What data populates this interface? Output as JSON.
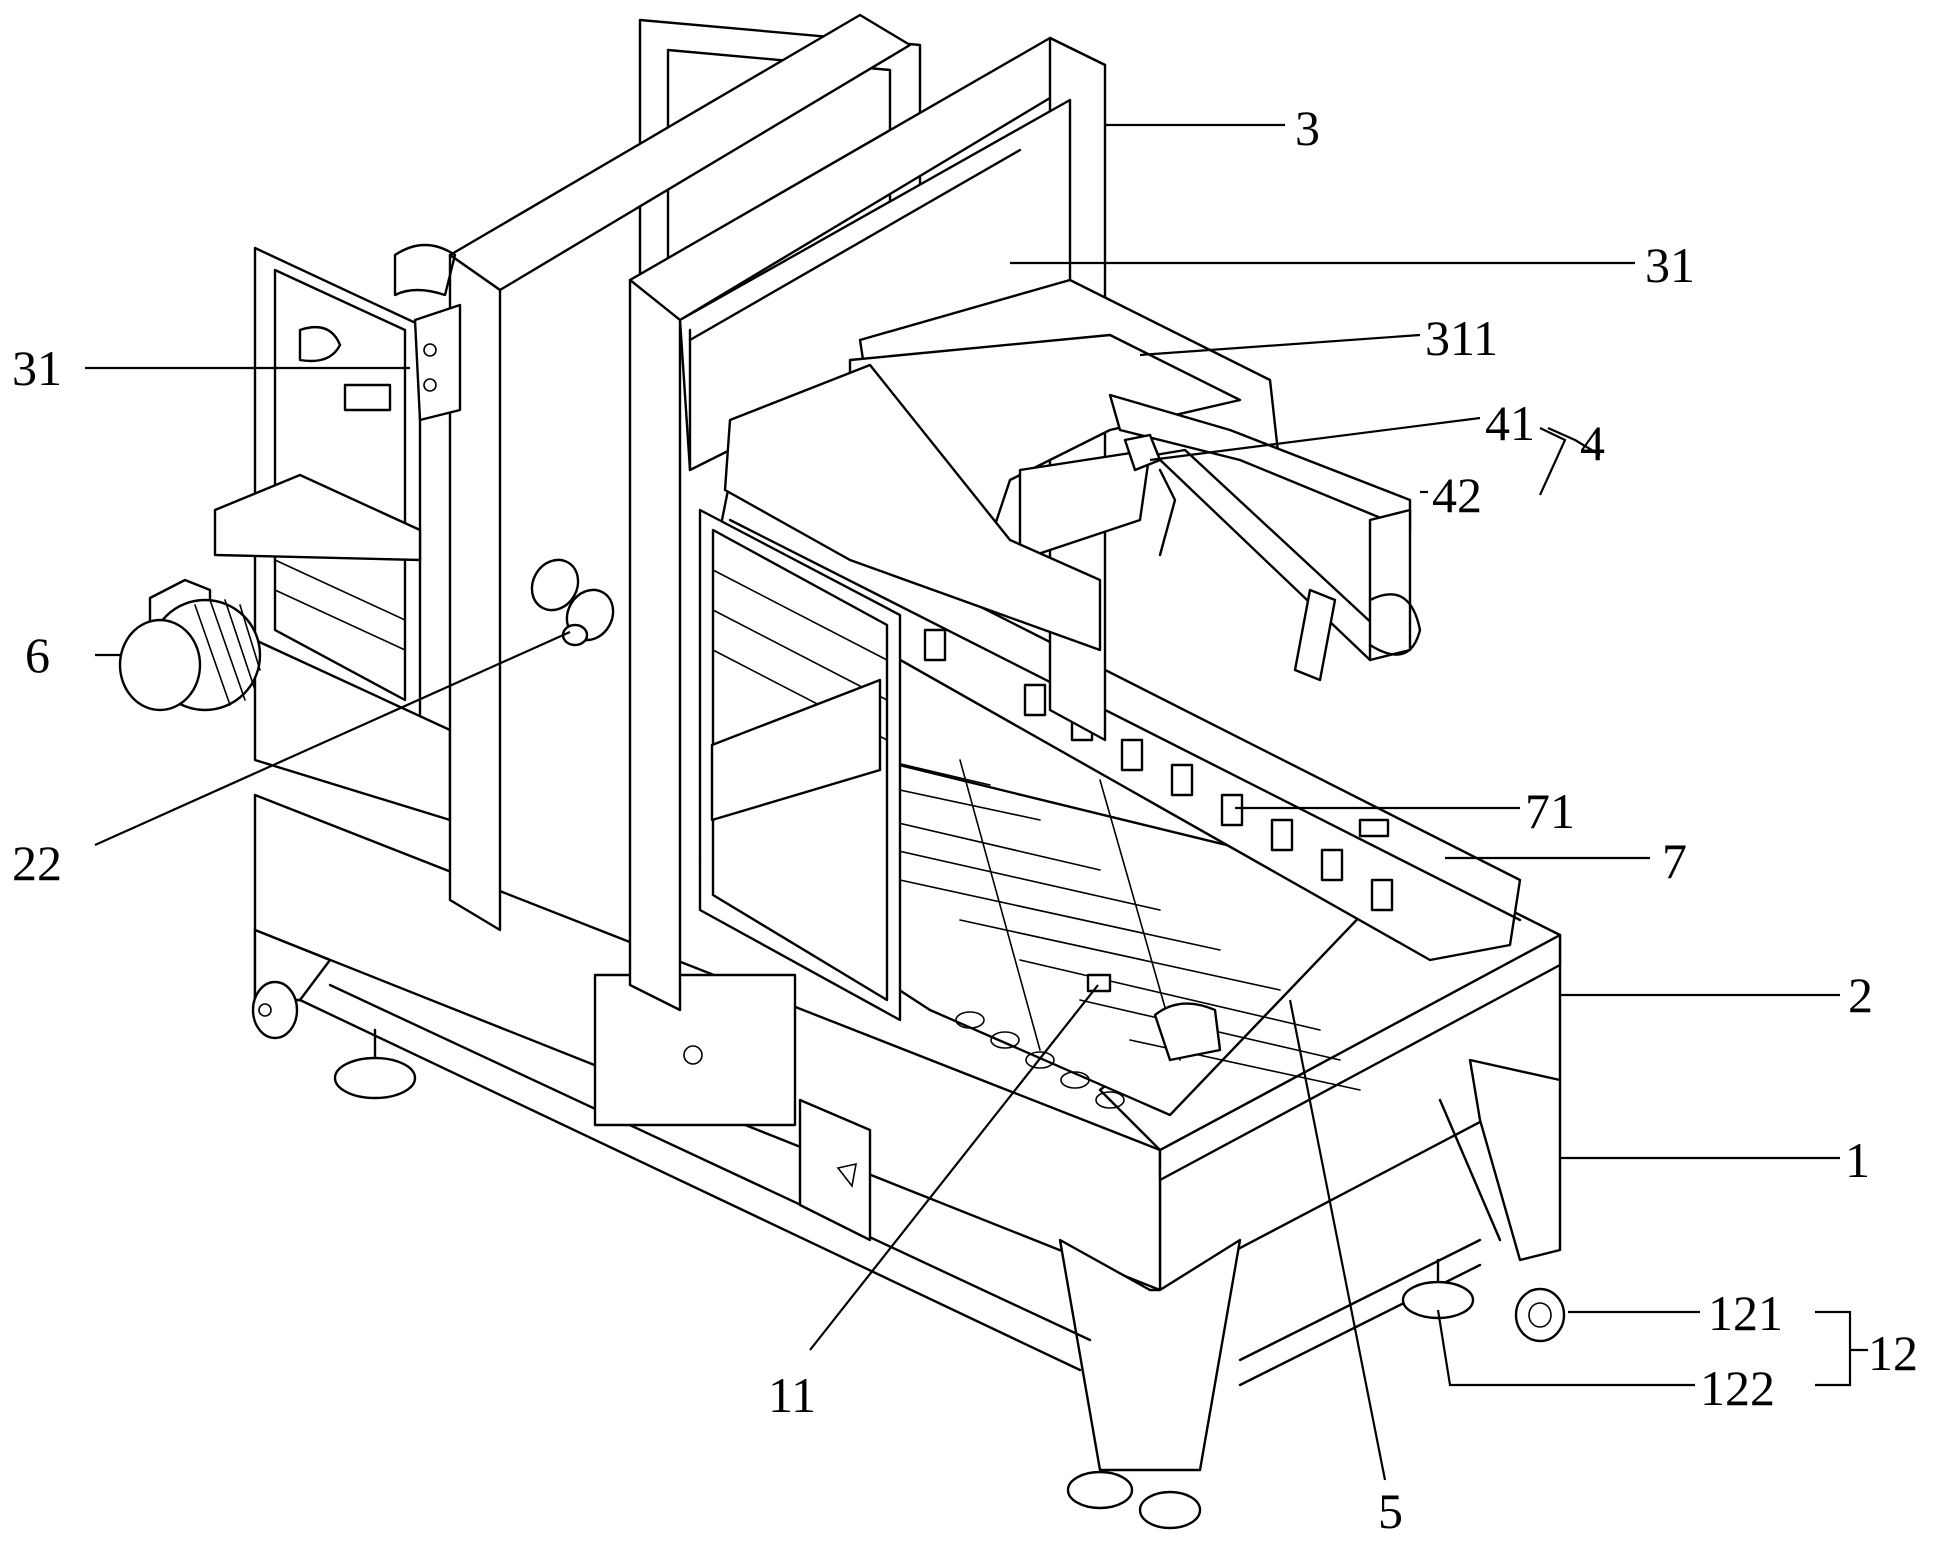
{
  "labels": {
    "l3": "3",
    "l31_right": "31",
    "l311": "311",
    "l41": "41",
    "l4": "4",
    "l42": "42",
    "l31_left": "31",
    "l6": "6",
    "l22": "22",
    "l71": "71",
    "l7": "7",
    "l2": "2",
    "l1": "1",
    "l121": "121",
    "l12": "12",
    "l122": "122",
    "l11": "11",
    "l5": "5"
  },
  "colors": {
    "line": "#000000",
    "background": "#ffffff"
  }
}
